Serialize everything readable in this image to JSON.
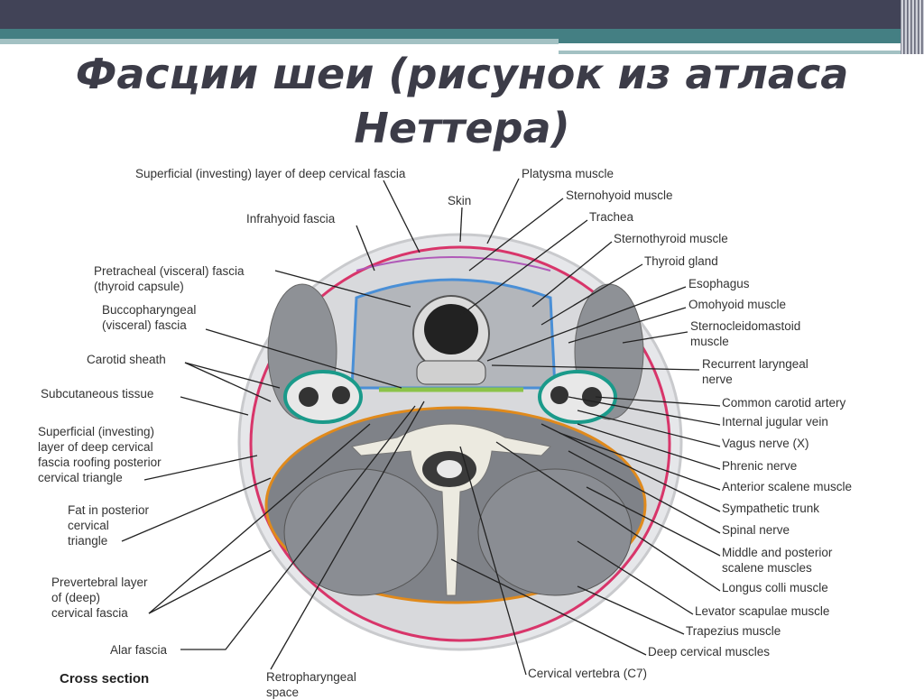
{
  "slide": {
    "title_line1": "Фасции шеи (рисунок из атласа",
    "title_line2": "Неттера)"
  },
  "figure": {
    "caption": "Cross section",
    "left_labels": {
      "superficial_layer": "Superficial (investing) layer of deep cervical fascia",
      "infrahyoid": "Infrahyoid fascia",
      "pretracheal_1": "Pretracheal (visceral) fascia",
      "pretracheal_2": "(thyroid capsule)",
      "buccopharyngeal_1": "Buccopharyngeal",
      "buccopharyngeal_2": "(visceral) fascia",
      "carotid_sheath": "Carotid sheath",
      "subcutaneous": "Subcutaneous tissue",
      "roofing_1": "Superficial (investing)",
      "roofing_2": "layer of deep cervical",
      "roofing_3": "fascia roofing posterior",
      "roofing_4": "cervical triangle",
      "fat_1": "Fat in posterior",
      "fat_2": "cervical",
      "fat_3": "triangle",
      "prevertebral_1": "Prevertebral layer",
      "prevertebral_2": "of (deep)",
      "prevertebral_3": "cervical fascia",
      "alar": "Alar fascia",
      "retropharyngeal_1": "Retropharyngeal",
      "retropharyngeal_2": "space"
    },
    "right_labels": {
      "skin": "Skin",
      "platysma": "Platysma muscle",
      "sternohyoid": "Sternohyoid muscle",
      "trachea": "Trachea",
      "sternothyroid": "Sternothyroid muscle",
      "thyroid": "Thyroid gland",
      "esophagus": "Esophagus",
      "omohyoid": "Omohyoid muscle",
      "scm_1": "Sternocleidomastoid",
      "scm_2": "muscle",
      "recurrent_1": "Recurrent laryngeal",
      "recurrent_2": "nerve",
      "carotid_artery": "Common carotid artery",
      "jugular": "Internal jugular vein",
      "vagus": "Vagus nerve (X)",
      "phrenic": "Phrenic nerve",
      "anterior_scalene": "Anterior scalene muscle",
      "sympathetic": "Sympathetic trunk",
      "spinal_nerve": "Spinal nerve",
      "mid_post_scalene_1": "Middle and posterior",
      "mid_post_scalene_2": "scalene muscles",
      "longus_colli": "Longus colli muscle",
      "levator": "Levator scapulae muscle",
      "trapezius": "Trapezius muscle",
      "deep_cervical": "Deep cervical muscles",
      "vertebra": "Cervical vertebra (C7)"
    }
  }
}
